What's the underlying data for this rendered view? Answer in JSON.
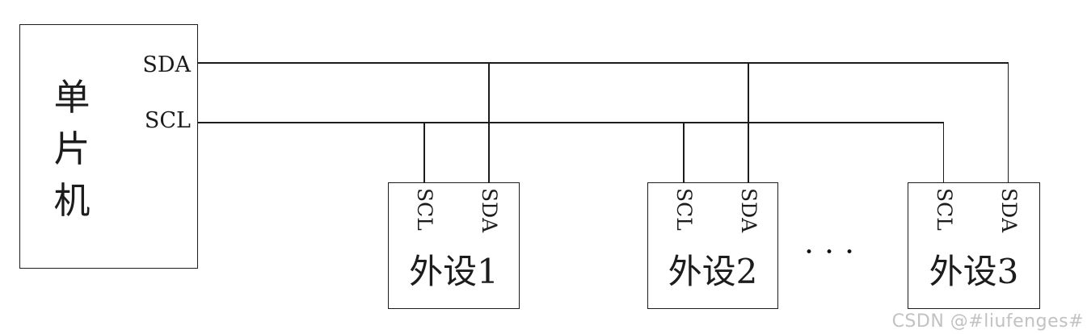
{
  "colors": {
    "line": "#1c1c1c",
    "background": "#ffffff",
    "watermark_text": "#c2c2c2"
  },
  "diagram": {
    "mcu": {
      "label": "单片机",
      "pin_sda": "SDA",
      "pin_scl": "SCL"
    },
    "bus_lines": [
      "SDA",
      "SCL"
    ],
    "peripherals": [
      {
        "label": "外设1",
        "pin_scl": "SCL",
        "pin_sda": "SDA"
      },
      {
        "label": "外设2",
        "pin_scl": "SCL",
        "pin_sda": "SDA"
      },
      {
        "label": "外设3",
        "pin_scl": "SCL",
        "pin_sda": "SDA"
      }
    ],
    "ellipsis": "•••"
  },
  "watermark": "CSDN @#liufenges#"
}
